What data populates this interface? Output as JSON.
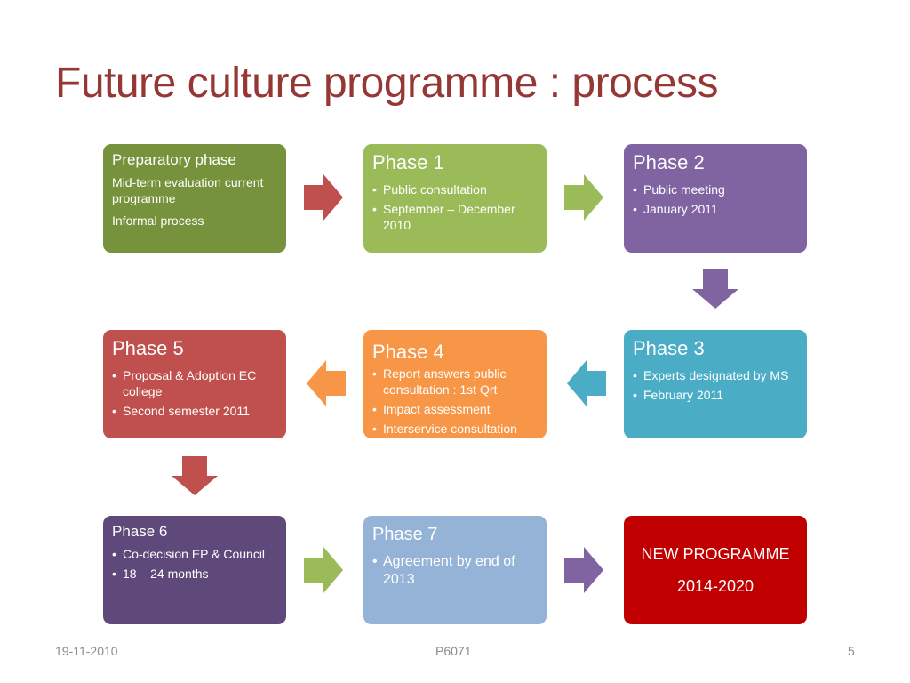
{
  "slide": {
    "title": "Future culture programme : process",
    "footer": {
      "date": "19-11-2010",
      "code": "P6071",
      "page_number": "5"
    }
  },
  "colors": {
    "title": "#953735",
    "preparatory": "#76923c",
    "phase1": "#9bbb59",
    "phase2": "#8064a2",
    "phase3": "#4bacc6",
    "phase4": "#f79646",
    "phase5": "#c0504d",
    "phase6": "#5f497a",
    "phase7": "#95b3d7",
    "new_programme": "#c00000"
  },
  "boxes": {
    "preparatory": {
      "title": "Preparatory phase",
      "lines": [
        "Mid-term evaluation current programme",
        "Informal process"
      ]
    },
    "phase1": {
      "title": "Phase 1",
      "bullets": [
        "Public consultation",
        "September – December 2010"
      ]
    },
    "phase2": {
      "title": "Phase 2",
      "bullets": [
        "Public meeting",
        "January 2011"
      ]
    },
    "phase3": {
      "title": "Phase 3",
      "bullets": [
        "Experts designated by MS",
        "February 2011"
      ]
    },
    "phase4": {
      "title": "Phase 4",
      "bullets": [
        "Report answers public consultation : 1st  Qrt",
        "Impact assessment",
        "Interservice consultation"
      ]
    },
    "phase5": {
      "title": "Phase 5",
      "bullets": [
        "Proposal & Adoption  EC college",
        "Second semester 2011"
      ]
    },
    "phase6": {
      "title": "Phase 6",
      "bullets": [
        "Co-decision EP & Council",
        "18 – 24 months"
      ]
    },
    "phase7": {
      "title": "Phase 7",
      "bullets": [
        "Agreement  by end of 2013"
      ]
    },
    "new_programme": {
      "line1": "NEW PROGRAMME",
      "line2": "2014-2020"
    }
  },
  "arrows": [
    {
      "from": "preparatory",
      "to": "phase1",
      "direction": "right",
      "color": "#c0504d"
    },
    {
      "from": "phase1",
      "to": "phase2",
      "direction": "right",
      "color": "#9bbb59"
    },
    {
      "from": "phase2",
      "to": "phase3",
      "direction": "down",
      "color": "#8064a2"
    },
    {
      "from": "phase3",
      "to": "phase4",
      "direction": "left",
      "color": "#4bacc6"
    },
    {
      "from": "phase4",
      "to": "phase5",
      "direction": "left",
      "color": "#f79646"
    },
    {
      "from": "phase5",
      "to": "phase6",
      "direction": "down",
      "color": "#c0504d"
    },
    {
      "from": "phase6",
      "to": "phase7",
      "direction": "right",
      "color": "#9bbb59"
    },
    {
      "from": "phase7",
      "to": "new_programme",
      "direction": "right",
      "color": "#8064a2"
    }
  ]
}
